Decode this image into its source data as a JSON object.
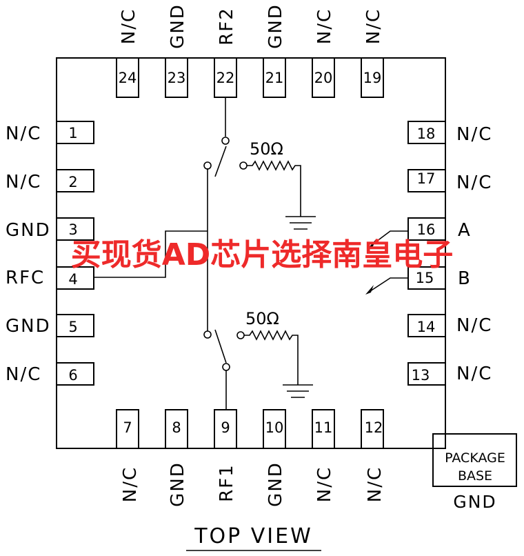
{
  "top_pins": [
    {
      "num": "24",
      "name": "N/C"
    },
    {
      "num": "23",
      "name": "GND"
    },
    {
      "num": "22",
      "name": "RF2"
    },
    {
      "num": "21",
      "name": "GND"
    },
    {
      "num": "20",
      "name": "N/C"
    },
    {
      "num": "19",
      "name": "N/C"
    }
  ],
  "bottom_pins": [
    {
      "num": "7",
      "name": "N/C"
    },
    {
      "num": "8",
      "name": "GND"
    },
    {
      "num": "9",
      "name": "RF1"
    },
    {
      "num": "10",
      "name": "GND"
    },
    {
      "num": "11",
      "name": "N/C"
    },
    {
      "num": "12",
      "name": "N/C"
    }
  ],
  "left_pins": [
    {
      "num": "1",
      "name": "N/C"
    },
    {
      "num": "2",
      "name": "N/C"
    },
    {
      "num": "3",
      "name": "GND"
    },
    {
      "num": "4",
      "name": "RFC"
    },
    {
      "num": "5",
      "name": "GND"
    },
    {
      "num": "6",
      "name": "N/C"
    }
  ],
  "right_pins": [
    {
      "num": "18",
      "name": "N/C"
    },
    {
      "num": "17",
      "name": "N/C"
    },
    {
      "num": "16",
      "name": "A"
    },
    {
      "num": "15",
      "name": "B"
    },
    {
      "num": "14",
      "name": "N/C"
    },
    {
      "num": "13",
      "name": "N/C"
    }
  ],
  "resistor_top": "50Ω",
  "resistor_bottom": "50Ω",
  "package_base_line1": "PACKAGE",
  "package_base_line2": "BASE",
  "package_base_gnd": "GND",
  "view_title": "TOP VIEW",
  "watermark": "买现货AD芯片选择南皇电子"
}
